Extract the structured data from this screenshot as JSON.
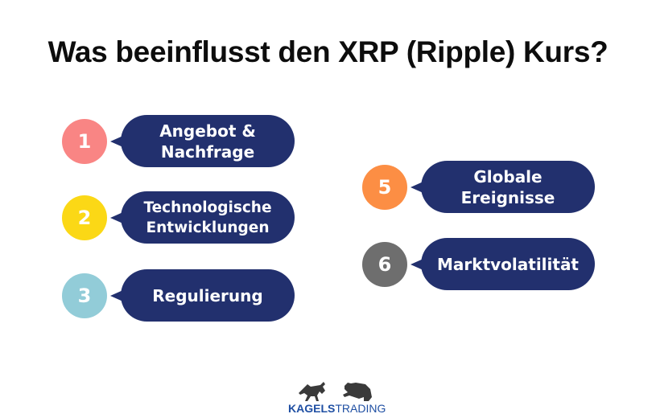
{
  "title": "Was beeinflusst den XRP (Ripple) Kurs?",
  "items": [
    {
      "number": "1",
      "label_line1": "Angebot &",
      "label_line2": "Nachfrage",
      "circle_color": "#f98584"
    },
    {
      "number": "2",
      "label_line1": "Technologische",
      "label_line2": "Entwicklungen",
      "circle_color": "#fbd816"
    },
    {
      "number": "3",
      "label_line1": "Regulierung",
      "label_line2": "",
      "circle_color": "#92ccd8"
    },
    {
      "number": "5",
      "label_line1": "Globale",
      "label_line2": "Ereignisse",
      "circle_color": "#fc8e44"
    },
    {
      "number": "6",
      "label_line1": "Marktvolatilität",
      "label_line2": "",
      "circle_color": "#6e6e6e"
    }
  ],
  "pill_color": "#22306e",
  "logo": {
    "bold": "KAGELS",
    "regular": "TRADING",
    "color": "#1f4fa3",
    "icon": "bull-and-bear-icon"
  }
}
